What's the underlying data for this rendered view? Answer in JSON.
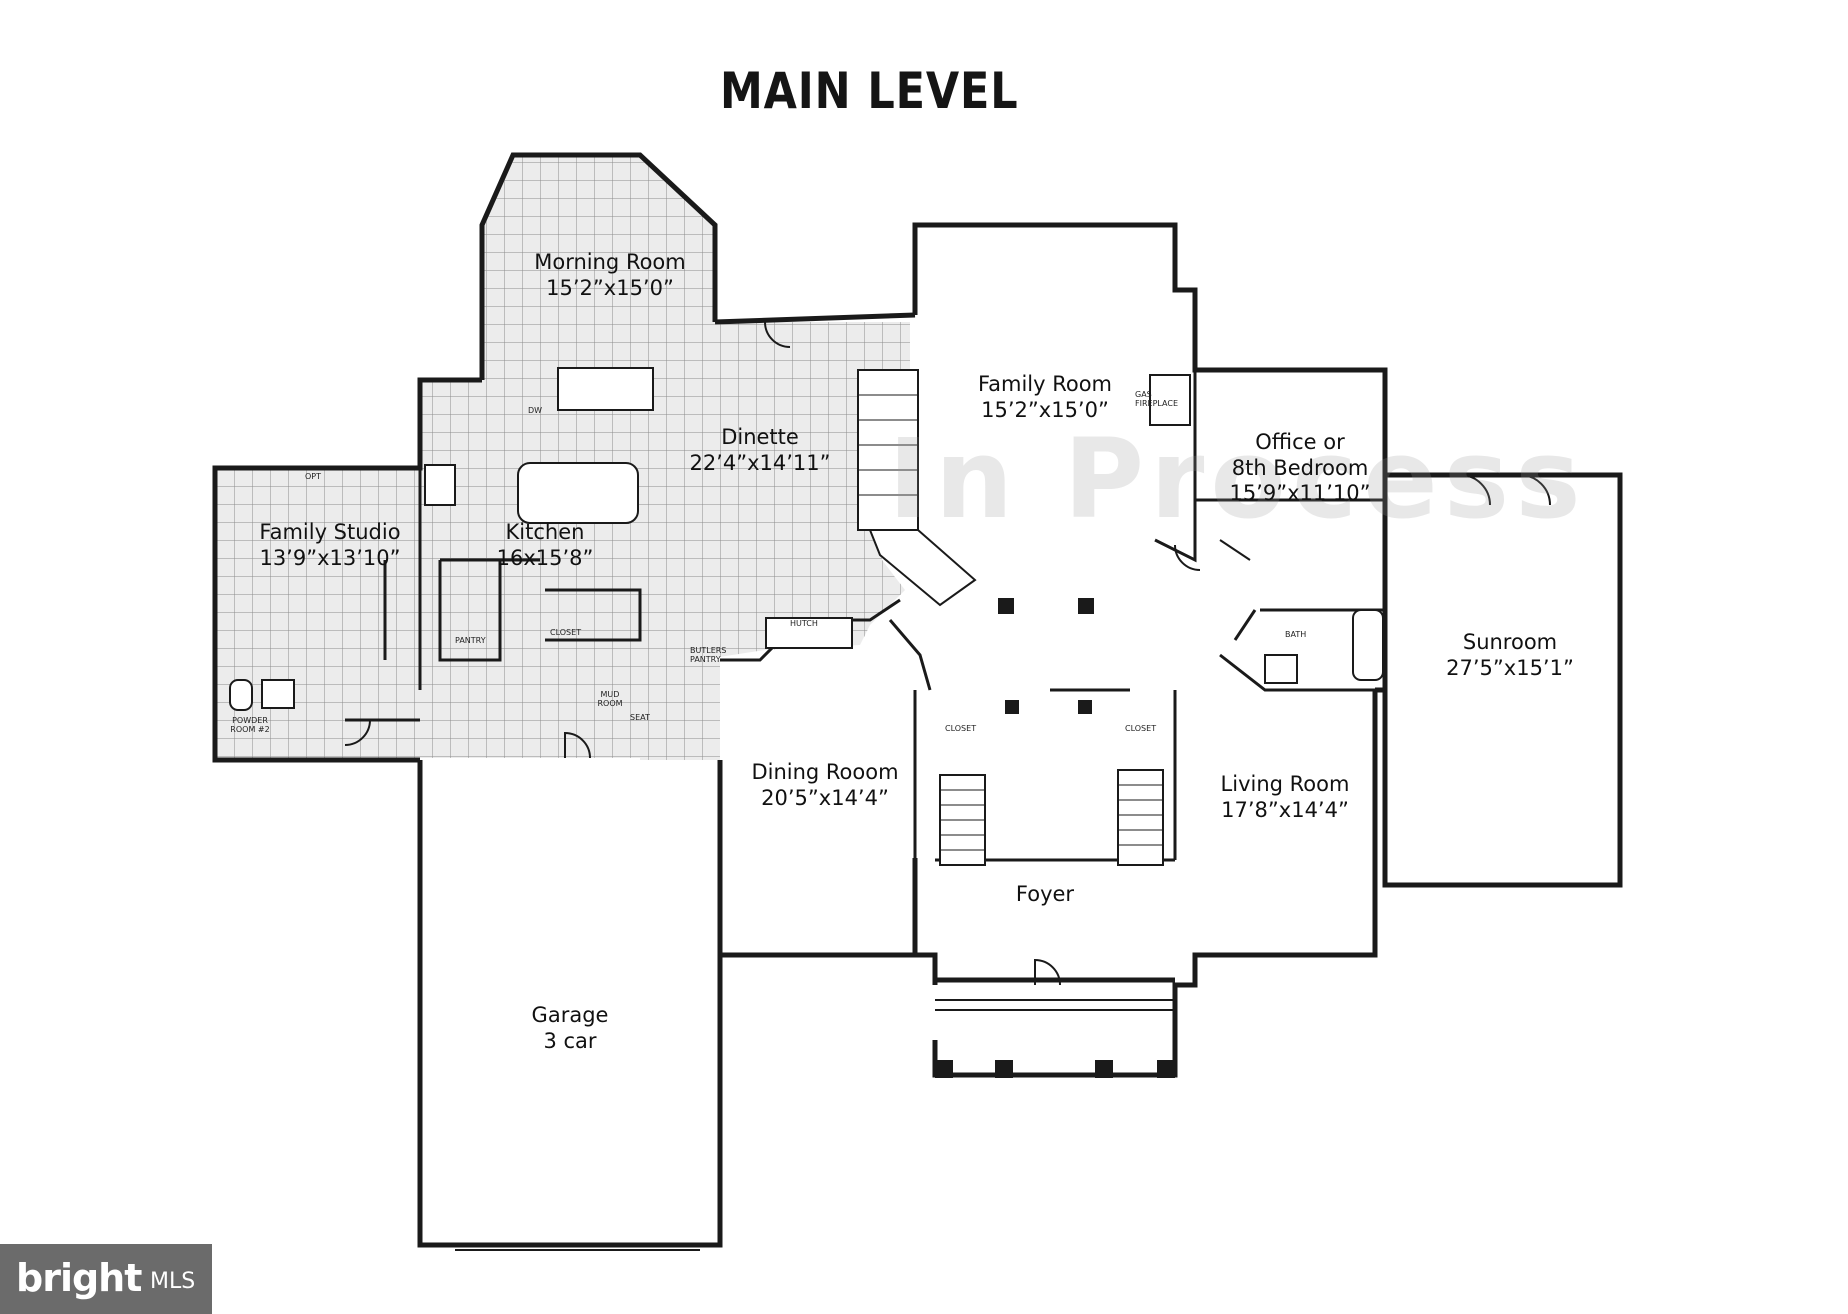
{
  "title": "MAIN LEVEL",
  "rooms": {
    "morning_room": {
      "name": "Morning Room",
      "dim": "15’2”x15’0”"
    },
    "family_room": {
      "name": "Family Room",
      "dim": "15’2”x15’0”"
    },
    "dinette": {
      "name": "Dinette",
      "dim": "22’4”x14’11”"
    },
    "office": {
      "name1": "Office or",
      "name2": "8th Bedroom",
      "dim": "15’9”x11’10”"
    },
    "family_studio": {
      "name": "Family Studio",
      "dim": "13’9”x13’10”"
    },
    "kitchen": {
      "name": "Kitchen",
      "dim": "16x15’8”"
    },
    "sunroom": {
      "name": "Sunroom",
      "dim": "27’5”x15’1”"
    },
    "dining": {
      "name": "Dining Rooom",
      "dim": "20’5”x14’4”"
    },
    "living": {
      "name": "Living Room",
      "dim": "17’8”x14’4”"
    },
    "foyer": {
      "name": "Foyer"
    },
    "garage": {
      "name": "Garage",
      "dim": "3 car"
    }
  },
  "fixtures": {
    "pantry": "PANTRY",
    "closet_kitchen": "CLOSET",
    "mud_room": "MUD ROOM",
    "seat": "SEAT",
    "butlers_pantry": "BUTLERS PANTRY",
    "hutch": "HUTCH",
    "powder_room": "POWDER ROOM #2",
    "bath": "BATH",
    "closet_left": "CLOSET",
    "closet_right": "CLOSET",
    "gas_fireplace": "GAS FIREPLACE",
    "dw": "DW",
    "opt": "OPT"
  },
  "watermark": "In Process",
  "brand": {
    "logo": "bright",
    "suffix": "MLS"
  },
  "colors": {
    "wall": "#1a1a1a",
    "grid": "#9a9a9a",
    "tile_fill": "#e9e9e9"
  }
}
